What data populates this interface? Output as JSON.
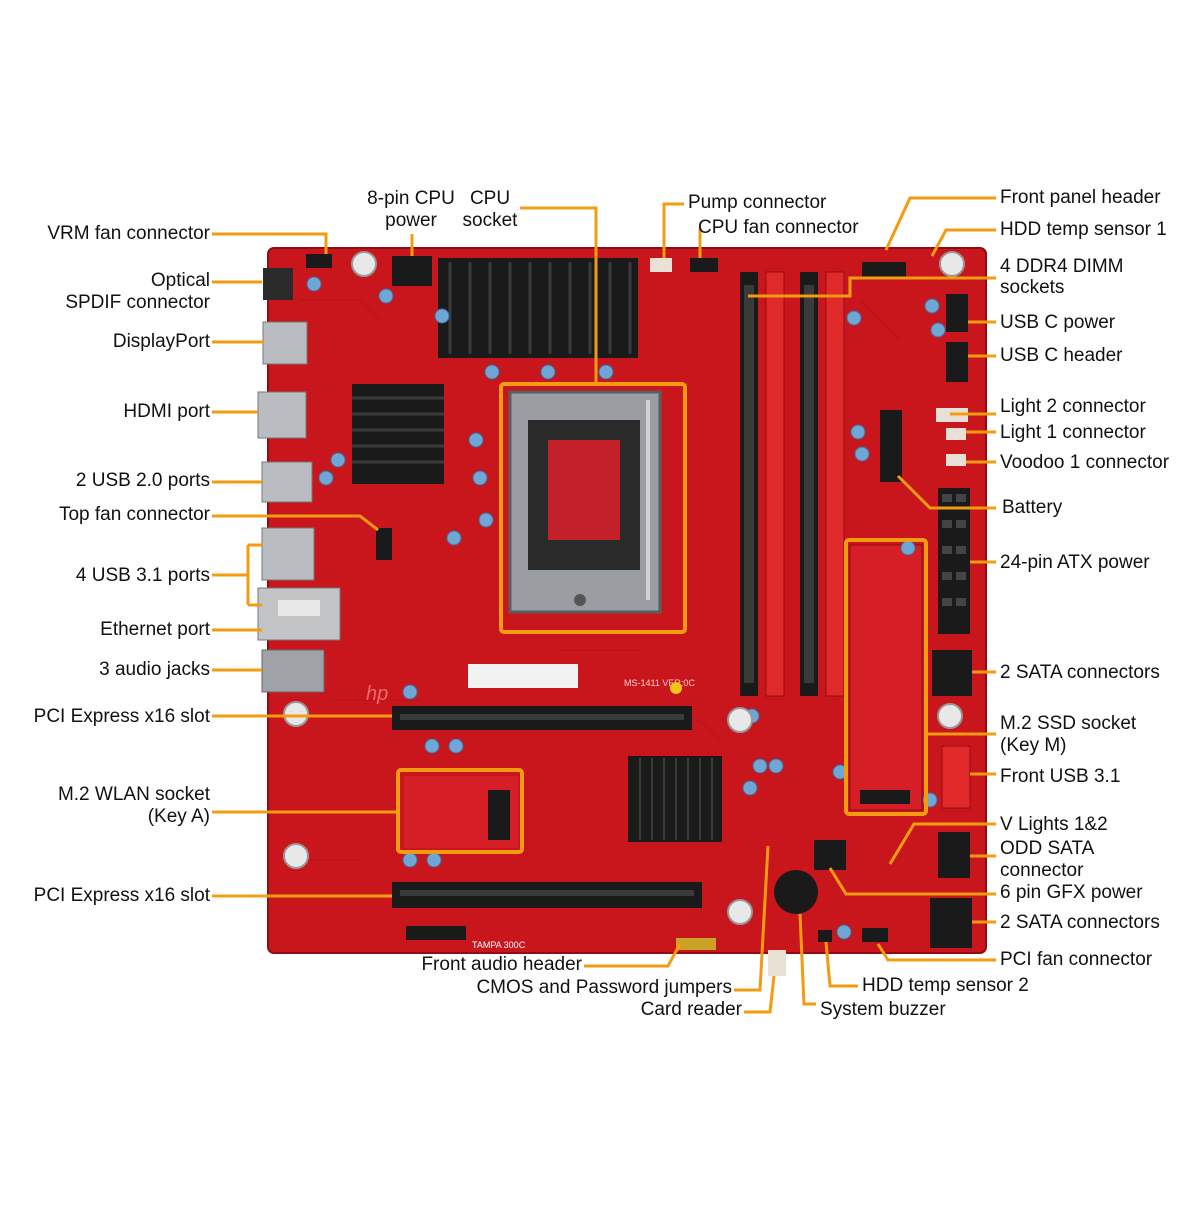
{
  "colors": {
    "board": "#c9161d",
    "board_dark": "#a30f15",
    "leader": "#f39c12",
    "heatsink": "#1a1a1a",
    "dimm": "#e02a2a",
    "metal": "#b9bcc0",
    "capacitor": "#6fa6d6"
  },
  "board": {
    "logo": "hp",
    "sticker_left": "",
    "sticker_right": "MS-1411 VER:0C",
    "front_audio_silk": "TAMPA 300C"
  },
  "labels": {
    "vrm_fan": "VRM fan connector",
    "optical_spdif": [
      "Optical",
      "SPDIF connector"
    ],
    "displayport": "DisplayPort",
    "hdmi": "HDMI port",
    "usb20": "2 USB 2.0 ports",
    "top_fan": "Top fan connector",
    "usb31": "4 USB 3.1 ports",
    "ethernet": "Ethernet port",
    "audio_jacks": "3 audio jacks",
    "pcie1": "PCI Express x16 slot",
    "m2_wlan": [
      "M.2 WLAN socket",
      "(Key A)"
    ],
    "pcie2": "PCI Express x16 slot",
    "cpu_power": [
      "8-pin CPU",
      "power"
    ],
    "cpu_socket": [
      "CPU",
      "socket"
    ],
    "pump": "Pump connector",
    "cpu_fan": "CPU fan connector",
    "front_panel": "Front panel header",
    "hdd_temp1": "HDD temp sensor 1",
    "dimm": [
      "4 DDR4 DIMM",
      "sockets"
    ],
    "usbc_power": "USB C power",
    "usbc_header": "USB C header",
    "light2": "Light 2 connector",
    "light1": "Light 1 connector",
    "voodoo1": "Voodoo 1 connector",
    "battery": "Battery",
    "atx24": "24-pin ATX power",
    "sata2a": "2 SATA connectors",
    "m2_ssd": [
      "M.2 SSD socket",
      "(Key M)"
    ],
    "front_usb31": "Front USB 3.1",
    "vlights": "V Lights 1&2",
    "odd_sata": [
      "ODD SATA",
      "connector"
    ],
    "gfx6": "6 pin GFX power",
    "sata2b": "2 SATA connectors",
    "pci_fan": "PCI fan connector",
    "hdd_temp2": "HDD temp sensor 2",
    "buzzer": "System buzzer",
    "front_audio": "Front audio header",
    "cmos": "CMOS and Password jumpers",
    "card_reader": "Card reader"
  }
}
